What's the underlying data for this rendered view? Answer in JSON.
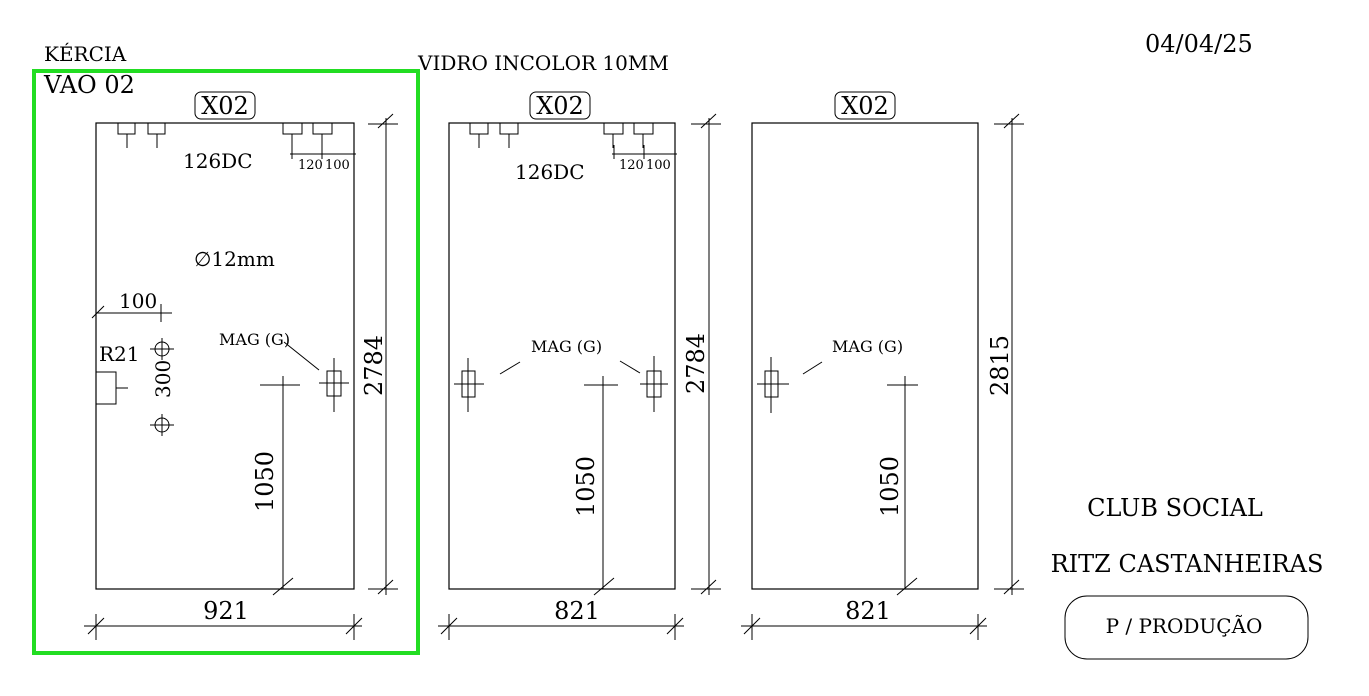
{
  "header": {
    "client": "KÉRCIA",
    "opening": "VAO 02",
    "glass": "VIDRO INCOLOR 10MM",
    "date": "04/04/25"
  },
  "panels": [
    {
      "tag": "X02",
      "hinge_label": "126DC",
      "dim_a": "120",
      "dim_b": "100",
      "hole_label": "∅12mm",
      "edge_label": "100",
      "corner_label": "R21",
      "spacing_label": "300",
      "mag_label": "MAG (G)",
      "handle_height": "1050",
      "height": "2784",
      "width": "921"
    },
    {
      "tag": "X02",
      "hinge_label": "126DC",
      "dim_a": "120",
      "dim_b": "100",
      "mag_label": "MAG (G)",
      "handle_height": "1050",
      "height": "2784",
      "width": "821"
    },
    {
      "tag": "X02",
      "mag_label": "MAG (G)",
      "handle_height": "1050",
      "height": "2815",
      "width": "821"
    }
  ],
  "project": {
    "line1": "CLUB SOCIAL",
    "line2": "RITZ CASTANHEIRAS",
    "status": "P / PRODUÇÃO"
  },
  "colors": {
    "highlight": "#22dd22",
    "ink": "#000000"
  }
}
